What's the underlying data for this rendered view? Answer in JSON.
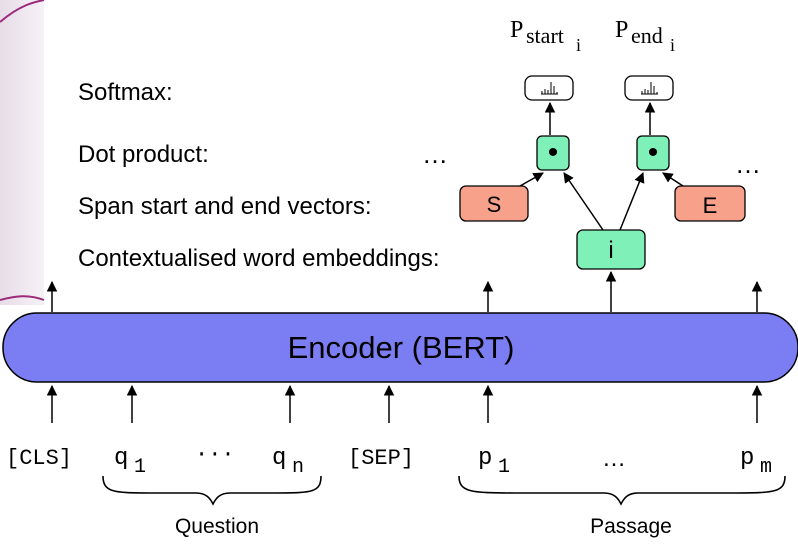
{
  "layer_labels": {
    "softmax": "Softmax:",
    "dot_product": "Dot product:",
    "span_vectors": "Span start and end vectors:",
    "contextual_embeddings": "Contextualised word embeddings:"
  },
  "encoder": {
    "label": "Encoder (BERT)"
  },
  "nodes": {
    "start_vector": "S",
    "end_vector": "E",
    "token_embedding": "i",
    "dot_symbol": "•"
  },
  "outputs": {
    "p_start": {
      "base": "P",
      "sub": "start",
      "subsub": "i"
    },
    "p_end": {
      "base": "P",
      "sub": "end",
      "subsub": "i"
    }
  },
  "ellipses": {
    "left": "…",
    "right": "…"
  },
  "tokens": {
    "cls": "[CLS]",
    "q1": {
      "base": "q",
      "sub": "1"
    },
    "q_dots": "···",
    "qn": {
      "base": "q",
      "sub": "n"
    },
    "sep": "[SEP]",
    "p1": {
      "base": "p",
      "sub": "1"
    },
    "p_dots": "…",
    "pm": {
      "base": "p",
      "sub": "m"
    }
  },
  "groups": {
    "question": "Question",
    "passage": "Passage"
  },
  "colors": {
    "encoder_fill": "#7b7ef3",
    "green_fill": "#7ff0b8",
    "salmon_fill": "#f7a08a",
    "sidebar_tint": "#efe6ef"
  }
}
